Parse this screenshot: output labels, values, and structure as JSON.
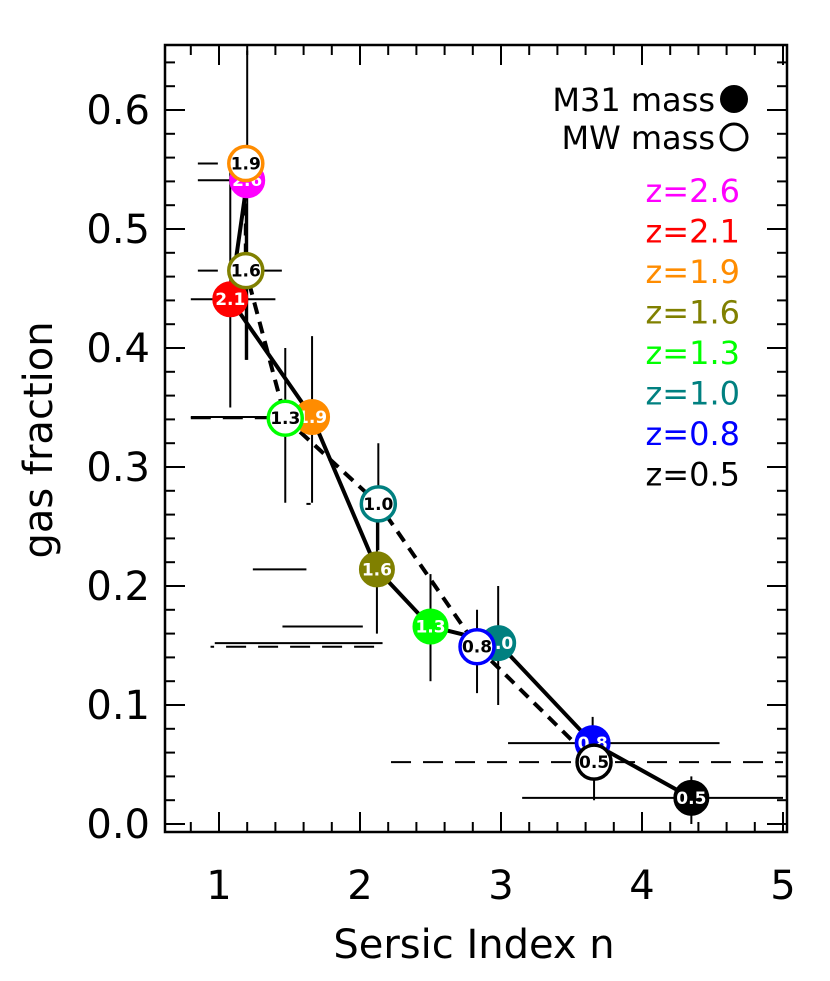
{
  "chart_data": {
    "type": "scatter",
    "xlabel": "Sersic Index n",
    "ylabel": "gas fraction",
    "xlim": [
      0.7,
      5.0
    ],
    "ylim": [
      -0.01,
      0.65
    ],
    "x_ticks": [
      "1",
      "2",
      "3",
      "4",
      "5"
    ],
    "y_ticks": [
      "0.0",
      "0.1",
      "0.2",
      "0.3",
      "0.4",
      "0.5",
      "0.6"
    ],
    "grid": false,
    "legend": {
      "position": "top-right",
      "markers": [
        {
          "label": "M31 mass",
          "marker": "filled-circle"
        },
        {
          "label": "MW mass",
          "marker": "open-circle"
        }
      ],
      "redshifts": [
        {
          "label": "z=2.6",
          "color": "#ff00ff"
        },
        {
          "label": "z=2.1",
          "color": "#ff0000"
        },
        {
          "label": "z=1.9",
          "color": "#ff8c00"
        },
        {
          "label": "z=1.6",
          "color": "#808000"
        },
        {
          "label": "z=1.3",
          "color": "#00ff00"
        },
        {
          "label": "z=1.0",
          "color": "#008080"
        },
        {
          "label": "z=0.8",
          "color": "#0000ff"
        },
        {
          "label": "z=0.5",
          "color": "#000000"
        }
      ]
    },
    "series": [
      {
        "name": "M31 mass",
        "marker": "filled",
        "line_style": "solid",
        "points": [
          {
            "z": "2.6",
            "color": "#ff00ff",
            "x": 1.2,
            "y": 0.541,
            "xerr": [
              0.85,
              1.28
            ],
            "yerr": [
              0.39,
              0.65
            ]
          },
          {
            "z": "2.1",
            "color": "#ff0000",
            "x": 1.08,
            "y": 0.441,
            "xerr": [
              0.8,
              1.4
            ],
            "yerr": [
              0.35,
              0.55
            ]
          },
          {
            "z": "1.9",
            "color": "#ff8c00",
            "x": 1.66,
            "y": 0.342,
            "xerr": [
              0.8,
              1.46
            ],
            "yerr": [
              0.27,
              0.41
            ]
          },
          {
            "z": "1.6",
            "color": "#808000",
            "x": 2.12,
            "y": 0.214,
            "xerr": [
              1.62,
              1.24
            ],
            "yerr": [
              0.16,
              0.27
            ]
          },
          {
            "z": "1.3",
            "color": "#00ff00",
            "x": 2.5,
            "y": 0.166,
            "xerr": [
              2.02,
              1.45
            ],
            "yerr": [
              0.12,
              0.21
            ]
          },
          {
            "z": "1.0",
            "color": "#008080",
            "x": 2.98,
            "y": 0.152,
            "xerr": [
              2.16,
              0.97
            ],
            "yerr": [
              0.1,
              0.2
            ]
          },
          {
            "z": "0.8",
            "color": "#0000ff",
            "x": 3.65,
            "y": 0.068,
            "xerr": [
              3.05,
              4.55
            ],
            "yerr": [
              0.05,
              0.09
            ]
          },
          {
            "z": "0.5",
            "color": "#000000",
            "x": 4.35,
            "y": 0.022,
            "xerr": [
              3.15,
              5.0
            ],
            "yerr": [
              0.0,
              0.04
            ]
          }
        ]
      },
      {
        "name": "MW mass",
        "marker": "open",
        "line_style": "dashed",
        "points": [
          {
            "z": "1.9",
            "color": "#ff8c00",
            "x": 1.19,
            "y": 0.555,
            "xerr": [
              0.85,
              1.32
            ],
            "yerr": null
          },
          {
            "z": "1.6",
            "color": "#808000",
            "x": 1.19,
            "y": 0.465,
            "xerr": [
              0.85,
              1.47
            ],
            "yerr": [
              0.39,
              0.52
            ]
          },
          {
            "z": "1.3",
            "color": "#00ff00",
            "x": 1.47,
            "y": 0.341,
            "xerr": [
              0.8,
              1.46
            ],
            "yerr": [
              0.27,
              0.4
            ]
          },
          {
            "z": "1.0",
            "color": "#008080",
            "x": 2.13,
            "y": 0.269,
            "xerr": [
              1.62,
              1.65
            ],
            "yerr": [
              0.23,
              0.32
            ]
          },
          {
            "z": "0.8",
            "color": "#0000ff",
            "x": 2.83,
            "y": 0.149,
            "xerr": [
              2.1,
              0.94
            ],
            "yerr": [
              0.11,
              0.18
            ]
          },
          {
            "z": "0.5",
            "color": "#000000",
            "x": 3.66,
            "y": 0.052,
            "xerr": [
              2.22,
              5.0
            ],
            "yerr": [
              0.02,
              0.08
            ]
          }
        ]
      }
    ]
  }
}
